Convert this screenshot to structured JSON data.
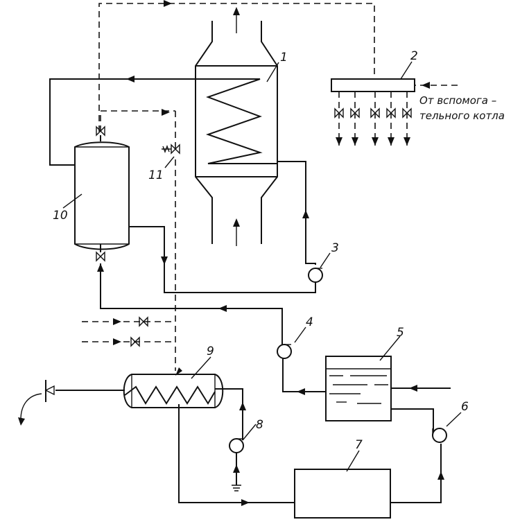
{
  "labels": {
    "n1": "1",
    "n2": "2",
    "n3": "3",
    "n4": "4",
    "n5": "5",
    "n6": "6",
    "n7": "7",
    "n8": "8",
    "n9": "9",
    "n10": "10",
    "n11": "11"
  },
  "caption": {
    "line1": "От вспомога –",
    "line2": "тельного котла"
  }
}
